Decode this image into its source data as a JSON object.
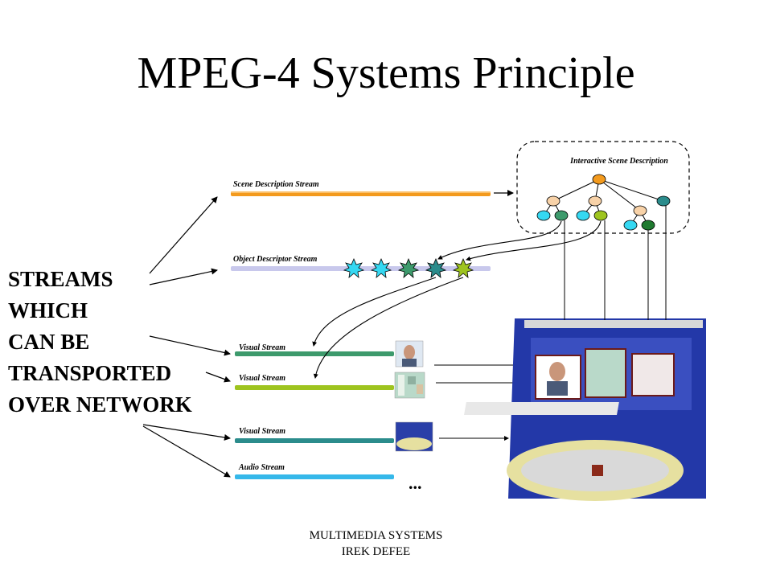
{
  "title": "MPEG-4 Systems Principle",
  "left_text": [
    "STREAMS",
    "WHICH",
    "CAN BE",
    "TRANSPORTED",
    "OVER NETWORK"
  ],
  "scene_box_label": "Interactive Scene Description",
  "streams": [
    {
      "label": "Scene Description Stream",
      "color": "#f39a1d"
    },
    {
      "label": "Object Descriptor Stream",
      "color": "#c8c8ec"
    },
    {
      "label": "Visual Stream",
      "color": "#3d9a6c"
    },
    {
      "label": "Visual Stream",
      "color": "#9ec41f"
    },
    {
      "label": "Visual Stream",
      "color": "#2b8c8c"
    },
    {
      "label": "Audio Stream",
      "color": "#35b8ea"
    }
  ],
  "ellipsis": "...",
  "footer": {
    "line1": "MULTIMEDIA SYSTEMS",
    "line2": "IREK DEFEE"
  }
}
